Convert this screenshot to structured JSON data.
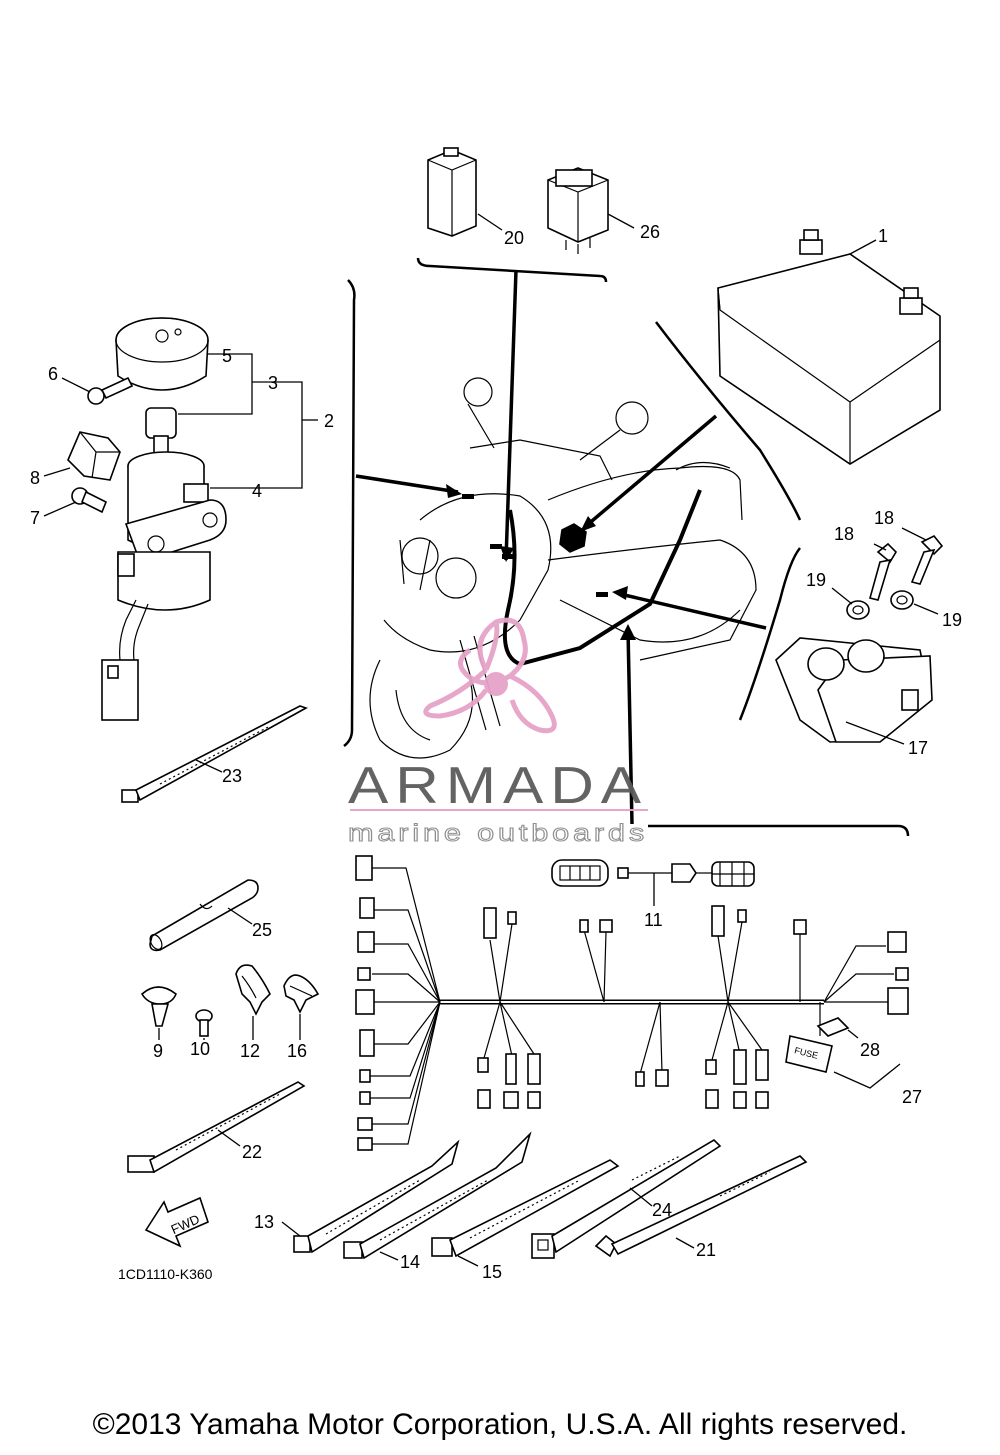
{
  "diagram_code": "1CD1110-K360",
  "fwd_label": "FWD",
  "fuse_label": "FUSE",
  "watermark": {
    "brand": "ARMADA",
    "tagline": "marine outboards",
    "color": "#e5a3c8"
  },
  "copyright": "©2013 Yamaha Motor Corporation, U.S.A. All rights reserved.",
  "parts": [
    {
      "id": "p1",
      "label": "1"
    },
    {
      "id": "p2",
      "label": "2"
    },
    {
      "id": "p3",
      "label": "3"
    },
    {
      "id": "p4",
      "label": "4"
    },
    {
      "id": "p5",
      "label": "5"
    },
    {
      "id": "p6",
      "label": "6"
    },
    {
      "id": "p7",
      "label": "7"
    },
    {
      "id": "p8",
      "label": "8"
    },
    {
      "id": "p9",
      "label": "9"
    },
    {
      "id": "p10",
      "label": "10"
    },
    {
      "id": "p11",
      "label": "11"
    },
    {
      "id": "p12",
      "label": "12"
    },
    {
      "id": "p13",
      "label": "13"
    },
    {
      "id": "p14",
      "label": "14"
    },
    {
      "id": "p15",
      "label": "15"
    },
    {
      "id": "p16",
      "label": "16"
    },
    {
      "id": "p17",
      "label": "17"
    },
    {
      "id": "p18a",
      "label": "18"
    },
    {
      "id": "p18b",
      "label": "18"
    },
    {
      "id": "p19a",
      "label": "19"
    },
    {
      "id": "p19b",
      "label": "19"
    },
    {
      "id": "p20",
      "label": "20"
    },
    {
      "id": "p21",
      "label": "21"
    },
    {
      "id": "p22",
      "label": "22"
    },
    {
      "id": "p23",
      "label": "23"
    },
    {
      "id": "p24",
      "label": "24"
    },
    {
      "id": "p25",
      "label": "25"
    },
    {
      "id": "p26",
      "label": "26"
    },
    {
      "id": "p27",
      "label": "27"
    },
    {
      "id": "p28",
      "label": "28"
    }
  ]
}
